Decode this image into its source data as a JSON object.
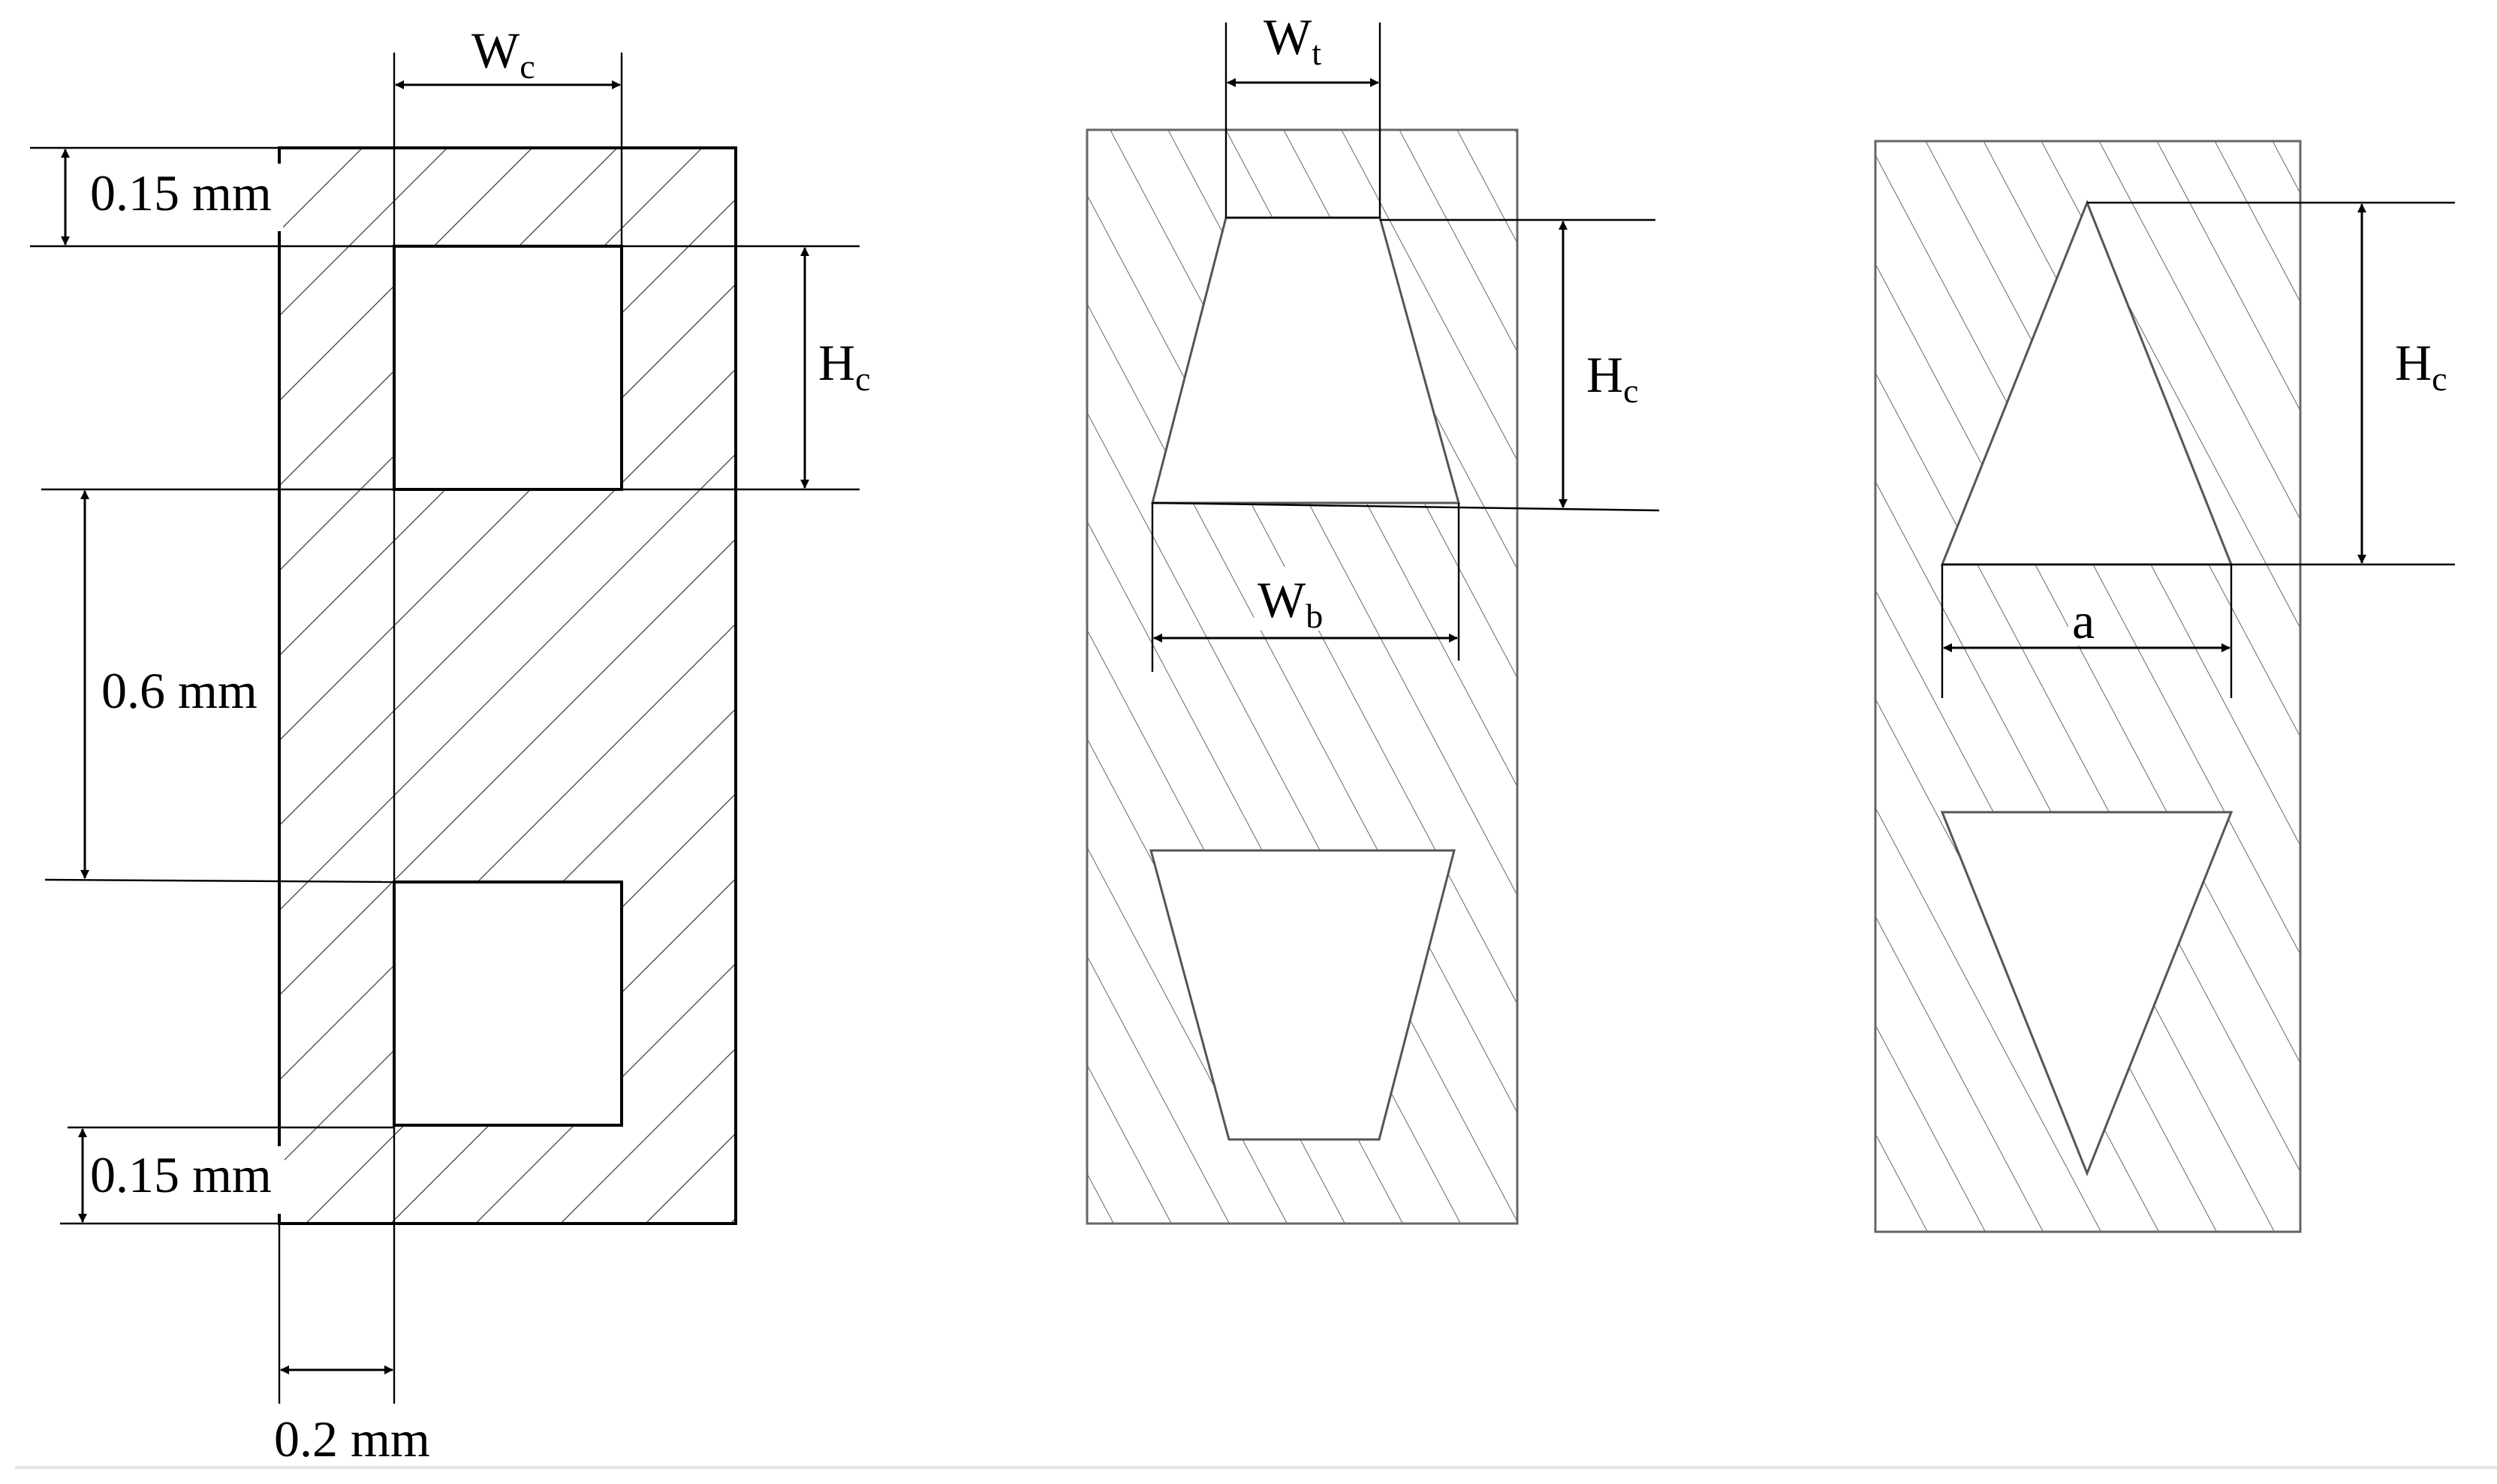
{
  "diagrams": [
    {
      "id": "rectangular-channels",
      "labels": {
        "wc_main": "W",
        "wc_sub": "c",
        "hc_main": "H",
        "hc_sub": "c",
        "top_gap": "0.15 mm",
        "spacing": "0.6 mm",
        "bottom_gap": "0.15 mm",
        "side_offset": "0.2 mm"
      }
    },
    {
      "id": "trapezoidal-channels",
      "labels": {
        "wt_main": "W",
        "wt_sub": "t",
        "hc_main": "H",
        "hc_sub": "c",
        "wb_main": "W",
        "wb_sub": "b"
      }
    },
    {
      "id": "triangular-channels",
      "labels": {
        "hc_main": "H",
        "hc_sub": "c",
        "a": "a"
      }
    }
  ],
  "colors": {
    "line": "#000000",
    "hatch": "#555555",
    "background": "#ffffff"
  }
}
